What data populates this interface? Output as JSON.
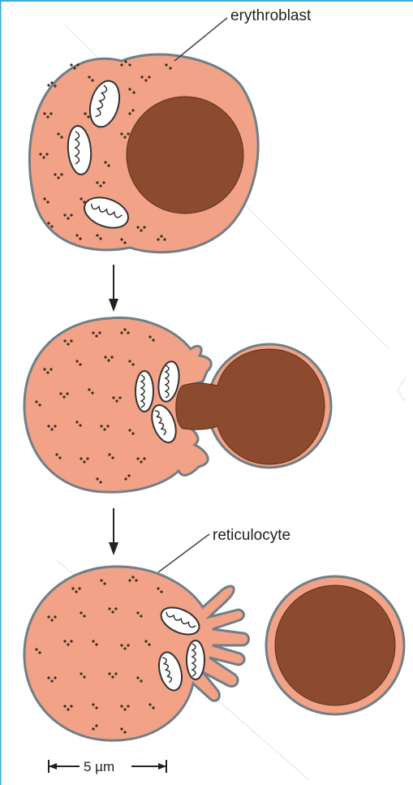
{
  "labels": {
    "erythroblast": "erythroblast",
    "reticulocyte": "reticulocyte",
    "scale": "5 µm"
  },
  "colors": {
    "cytoplasm": "#F2A286",
    "cell_outline": "#6F7F86",
    "nucleus": "#8C4A2E",
    "nucleus_outline": "#5A2E1A",
    "nucleus_rim": "#F2A286",
    "granule": "#3A2A22",
    "mitochondria_fill": "#FFFFFF",
    "mitochondria_line": "#333333",
    "arrow": "#222222",
    "border": "#3FA9E0"
  }
}
